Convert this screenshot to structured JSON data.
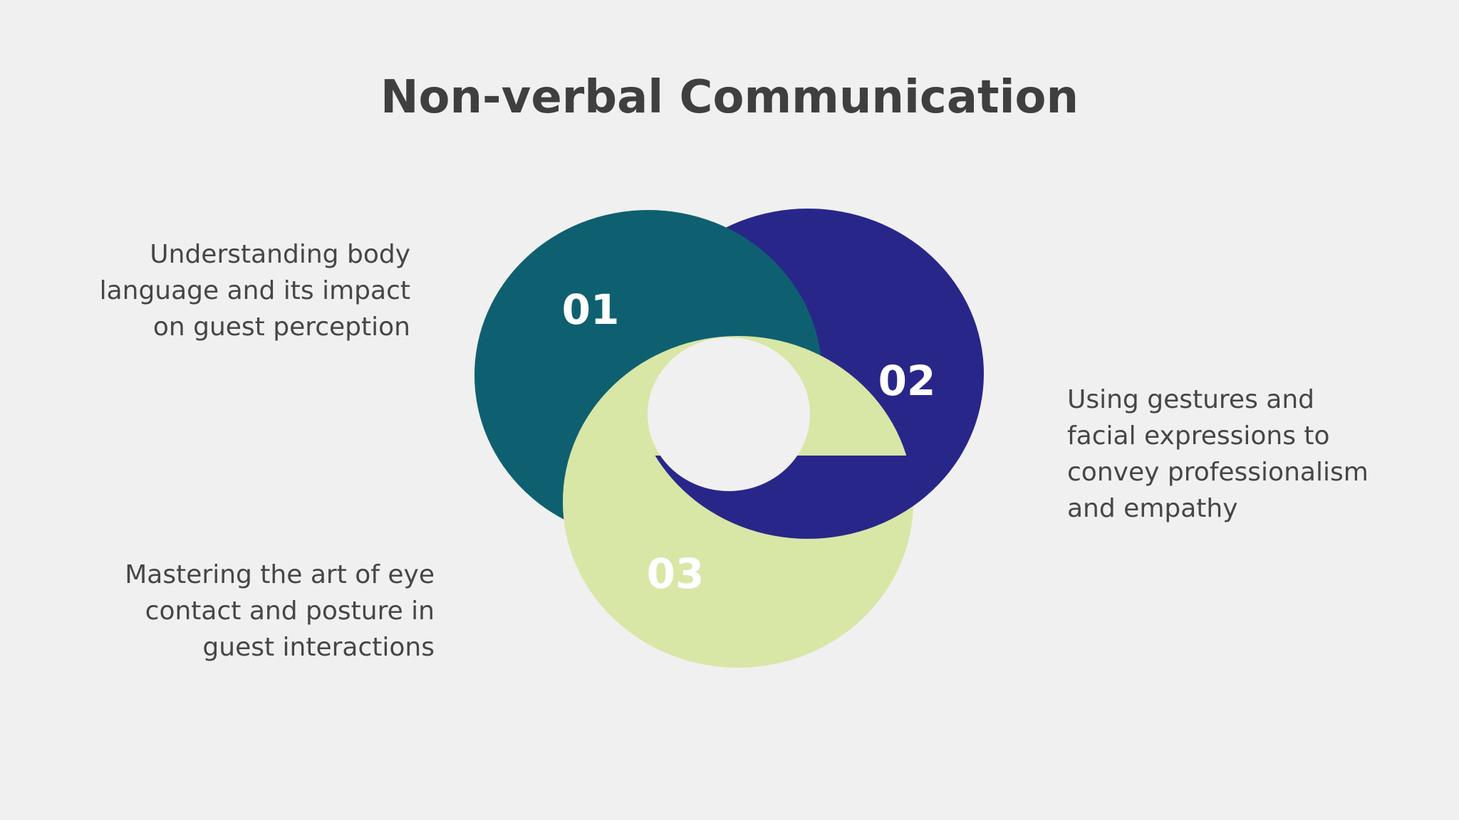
{
  "title": "Non-verbal Communication",
  "colors": {
    "background": "#f0f0f0",
    "segment_1": "#0e6070",
    "segment_2": "#29268a",
    "segment_3": "#d8e6a6",
    "number_text": "#ffffff",
    "body_text": "#464646"
  },
  "items": [
    {
      "number": "01",
      "lines": [
        "Understanding body",
        "language and its impact",
        "on guest perception"
      ]
    },
    {
      "number": "02",
      "lines": [
        "Using gestures and",
        "facial expressions to",
        "convey professionalism",
        "and empathy"
      ]
    },
    {
      "number": "03",
      "lines": [
        "Mastering the art of eye",
        "contact and posture in",
        "guest interactions"
      ]
    }
  ]
}
